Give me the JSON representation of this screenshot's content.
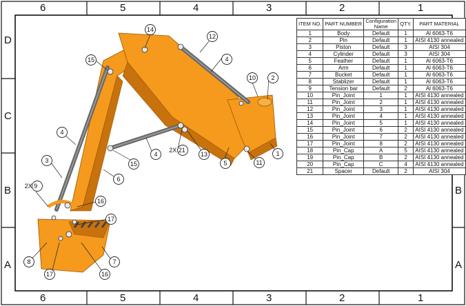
{
  "frame": {
    "columns": [
      "6",
      "5",
      "4",
      "3",
      "2",
      "1"
    ],
    "rows": [
      "D",
      "C",
      "B",
      "A"
    ]
  },
  "bom": {
    "headers": {
      "item_no": "ITEM NO.",
      "part_number": "PART NUMBER",
      "configuration": "Configuration Name",
      "qty": "QTY.",
      "material": "PART MATERIAL"
    },
    "rows": [
      {
        "no": "1",
        "part": "Body",
        "config": "Default",
        "qty": "1",
        "material": "Al 6063-T6"
      },
      {
        "no": "2",
        "part": "Pin",
        "config": "Default",
        "qty": "1",
        "material": "AISI 4130 annealed"
      },
      {
        "no": "3",
        "part": "Piston",
        "config": "Default",
        "qty": "3",
        "material": "AISI 304"
      },
      {
        "no": "4",
        "part": "Cylinder",
        "config": "Default",
        "qty": "3",
        "material": "AISI 304"
      },
      {
        "no": "5",
        "part": "Feather",
        "config": "Default",
        "qty": "1",
        "material": "Al 6063-T6"
      },
      {
        "no": "6",
        "part": "Arm",
        "config": "Default",
        "qty": "1",
        "material": "Al 6063-T6"
      },
      {
        "no": "7",
        "part": "Bucket",
        "config": "Default",
        "qty": "1",
        "material": "Al 6063-T6"
      },
      {
        "no": "8",
        "part": "Stablizer",
        "config": "Default",
        "qty": "1",
        "material": "Al 6063-T6"
      },
      {
        "no": "9",
        "part": "Tension bar",
        "config": "Default",
        "qty": "2",
        "material": "Al 6063-T6"
      },
      {
        "no": "10",
        "part": "Pin_Joint",
        "config": "1",
        "qty": "1",
        "material": "AISI 4130 annealed"
      },
      {
        "no": "11",
        "part": "Pin_Joint",
        "config": "2",
        "qty": "1",
        "material": "AISI 4130 annealed"
      },
      {
        "no": "12",
        "part": "Pin_Joint",
        "config": "3",
        "qty": "1",
        "material": "AISI 4130 annealed"
      },
      {
        "no": "13",
        "part": "Pin_Joint",
        "config": "4",
        "qty": "1",
        "material": "AISI 4130 annealed"
      },
      {
        "no": "14",
        "part": "Pin_Joint",
        "config": "5",
        "qty": "1",
        "material": "AISI 4130 annealed"
      },
      {
        "no": "15",
        "part": "Pin_Joint",
        "config": "6",
        "qty": "2",
        "material": "AISI 4130 annealed"
      },
      {
        "no": "16",
        "part": "Pin_Joint",
        "config": "7",
        "qty": "2",
        "material": "AISI 4130 annealed"
      },
      {
        "no": "17",
        "part": "Pin_Joint",
        "config": "8",
        "qty": "2",
        "material": "AISI 4130 annealed"
      },
      {
        "no": "18",
        "part": "Pin_Cap",
        "config": "A",
        "qty": "5",
        "material": "AISI 4130 annealed"
      },
      {
        "no": "19",
        "part": "Pin_Cap",
        "config": "B",
        "qty": "2",
        "material": "AISI 4130 annealed"
      },
      {
        "no": "20",
        "part": "Pin_Cap",
        "config": "C",
        "qty": "4",
        "material": "AISI 4130 annealed"
      },
      {
        "no": "21",
        "part": "Spacer",
        "config": "Default",
        "qty": "2",
        "material": "AISI 304"
      }
    ]
  },
  "callouts": [
    "14",
    "12",
    "15",
    "4",
    "10",
    "2",
    "4",
    "2X 21",
    "13",
    "4",
    "15",
    "5",
    "1",
    "11",
    "3",
    "6",
    "2X 9",
    "16",
    "17",
    "8",
    "17",
    "16",
    "7"
  ],
  "colors": {
    "part": "#f59a1c",
    "part_shadow": "#c8720e",
    "part_dark": "#9a5408",
    "steel": "#777777",
    "frame": "#111111"
  }
}
